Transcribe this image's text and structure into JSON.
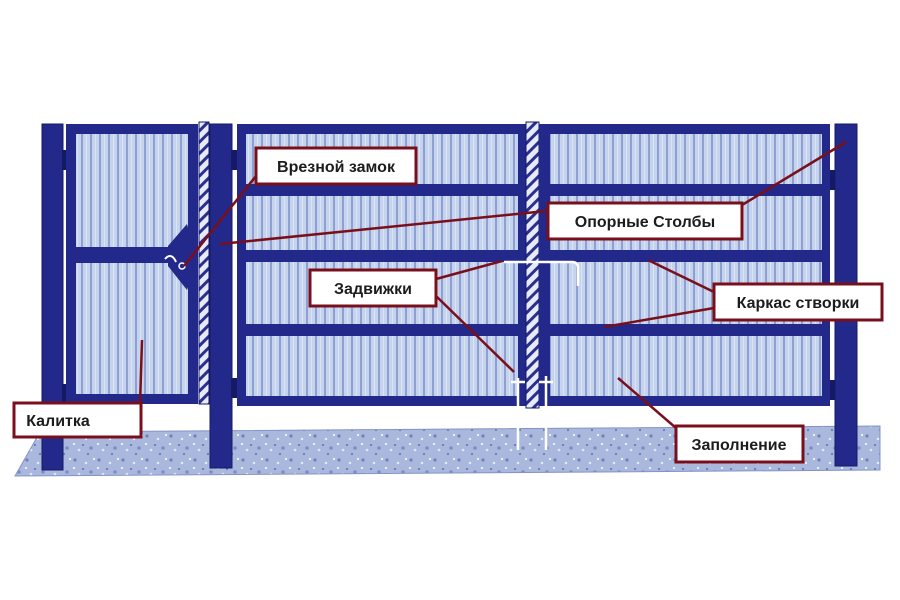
{
  "colors": {
    "frame": "#22298a",
    "frame_edge": "#141a66",
    "panel_light": "#c6d3ec",
    "panel_stripe": "#8e9fd3",
    "ground": "#9fb0d8",
    "label_border": "#7a0f1c",
    "leader": "#7a0f1c"
  },
  "labels": {
    "lock": "Врезной замок",
    "posts": "Опорные Столбы",
    "latches": "Задвижки",
    "frame": "Каркас створки",
    "wicket": "Калитка",
    "infill": "Заполнение"
  }
}
